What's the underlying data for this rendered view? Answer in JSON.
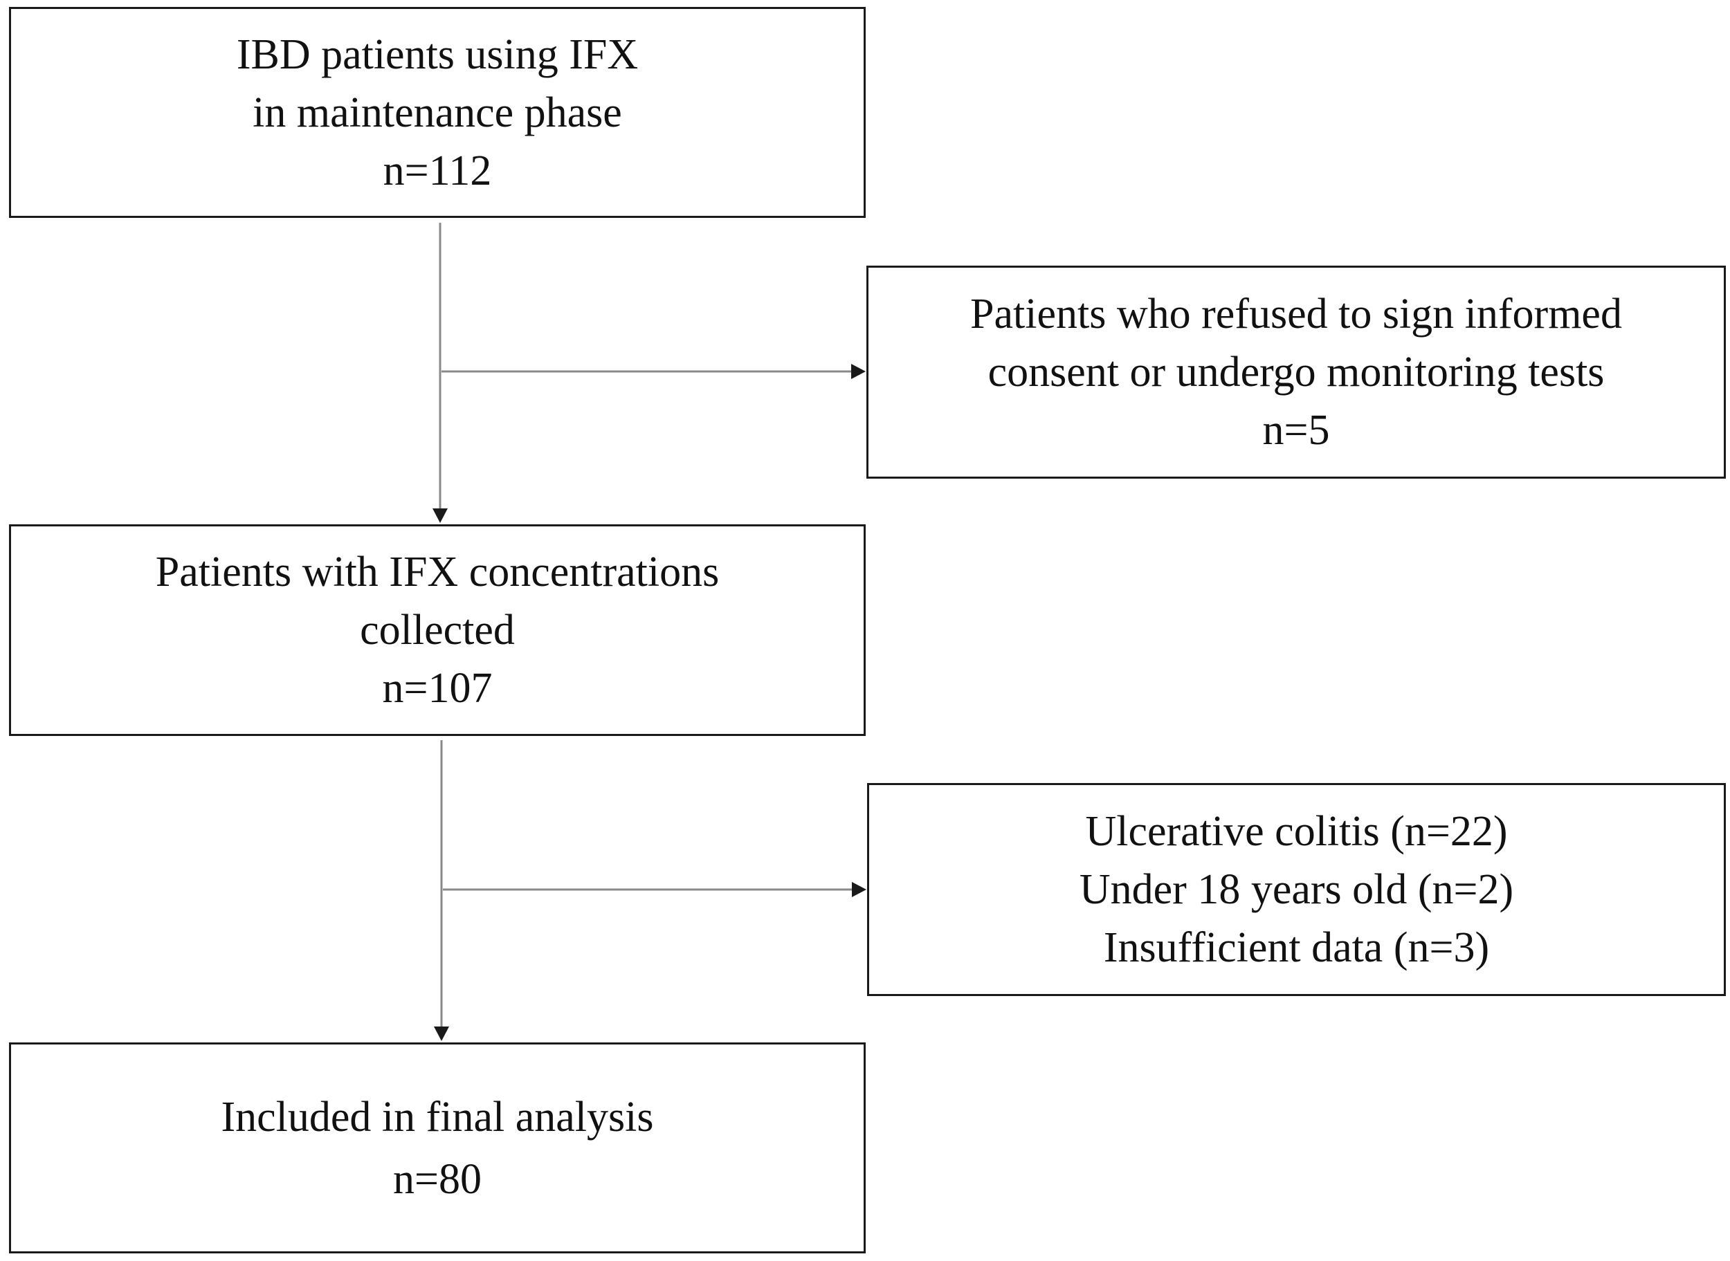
{
  "flowchart": {
    "box_initial": {
      "lines": [
        "IBD patients using IFX",
        "in maintenance phase",
        "n=112"
      ]
    },
    "box_excluded_consent": {
      "lines": [
        "Patients who refused to sign informed",
        "consent or undergo monitoring tests",
        "n=5"
      ]
    },
    "box_ifx_collected": {
      "lines": [
        "Patients with IFX concentrations",
        "collected",
        "n=107"
      ]
    },
    "box_excluded_other": {
      "lines": [
        "Ulcerative colitis (n=22)",
        "Under 18 years old (n=2)",
        "Insufficient data (n=3)"
      ]
    },
    "box_final": {
      "lines": [
        "Included in final analysis",
        "n=80"
      ]
    }
  },
  "colors": {
    "box_border": "#1a1a1a",
    "connector": "#8a8a8a",
    "arrowhead": "#1a1a1a"
  }
}
